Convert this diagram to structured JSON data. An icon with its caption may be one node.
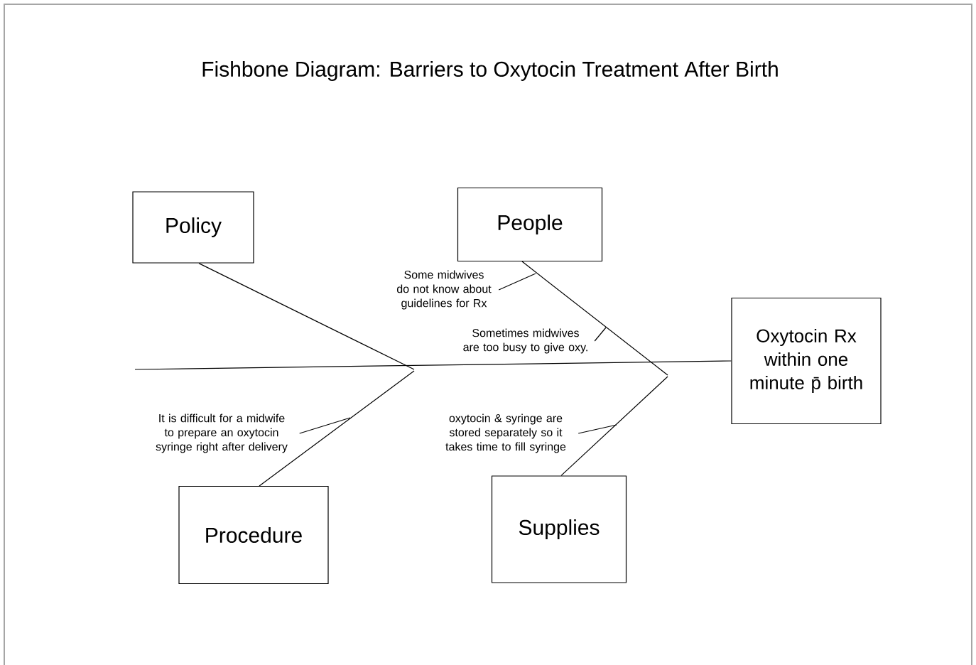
{
  "diagram": {
    "title": "Fishbone Diagram: Barriers to Oxytocin Treatment After Birth",
    "nodes": [
      {
        "text": [
          "Policy"
        ]
      },
      {
        "text": [
          "People"
        ]
      },
      {
        "text": [
          "Procedure"
        ]
      },
      {
        "text": [
          "Supplies"
        ]
      },
      {
        "text": [
          "Oxytocin Rx within one minute p̄ birth"
        ]
      },
      {
        "text": [
          "Some midwives do not know about guidelines for Rx"
        ]
      },
      {
        "text": [
          "Sometimes midwives are too busy to give oxy."
        ]
      },
      {
        "text": [
          "It is difficult for a midwife to prepare an oxytocin syringe right after delivery"
        ]
      },
      {
        "text": [
          "oxytocin & syringe are stored separately so it takes time to fill syringe"
        ]
      }
    ],
    "edges": [
      {
        "from": null,
        "to": 4,
        "arrow": "none"
      },
      {
        "from": 0,
        "to": null,
        "arrow": "none"
      },
      {
        "from": 1,
        "to": null,
        "arrow": "none"
      },
      {
        "from": 2,
        "to": null,
        "arrow": "none"
      },
      {
        "from": 3,
        "to": null,
        "arrow": "none"
      },
      {
        "from": 5,
        "to": null,
        "arrow": "none"
      },
      {
        "from": 6,
        "to": null,
        "arrow": "none"
      },
      {
        "from": 7,
        "to": null,
        "arrow": "none"
      },
      {
        "from": 8,
        "to": null,
        "arrow": "none"
      }
    ]
  }
}
